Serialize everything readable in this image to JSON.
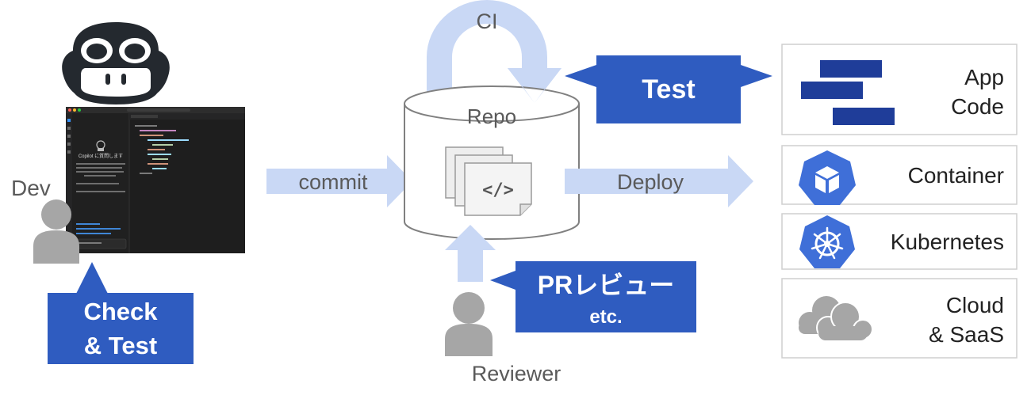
{
  "labels": {
    "ci": "CI",
    "repo": "Repo",
    "dev": "Dev",
    "commit": "commit",
    "deploy": "Deploy",
    "reviewer": "Reviewer",
    "code_symbol": "</>"
  },
  "callouts": {
    "test": "Test",
    "check_test_line1": "Check",
    "check_test_line2": "& Test",
    "pr_review_line1": "PRレビュー",
    "pr_review_line2": "etc."
  },
  "targets": [
    {
      "id": "app-code",
      "line1": "App",
      "line2": "Code",
      "icon": "app-code-bars-icon"
    },
    {
      "id": "container",
      "line1": "Container",
      "line2": "",
      "icon": "container-cube-icon"
    },
    {
      "id": "kubernetes",
      "line1": "Kubernetes",
      "line2": "",
      "icon": "kubernetes-helm-icon"
    },
    {
      "id": "cloud-saas",
      "line1": "Cloud",
      "line2": "& SaaS",
      "icon": "cloud-icon"
    }
  ],
  "ide": {
    "chat_title": "Copilot に質問します"
  },
  "colors": {
    "callout_blue": "#2f5cc0",
    "arrow_light_blue": "#c9d8f5",
    "person_gray": "#a6a6a6",
    "logo_dark": "#24292f",
    "icon_blue": "#3f6fd8",
    "app_code_navy": "#1f3d99",
    "box_border": "#cfcfcf",
    "ide_bg": "#1e1e1e"
  }
}
